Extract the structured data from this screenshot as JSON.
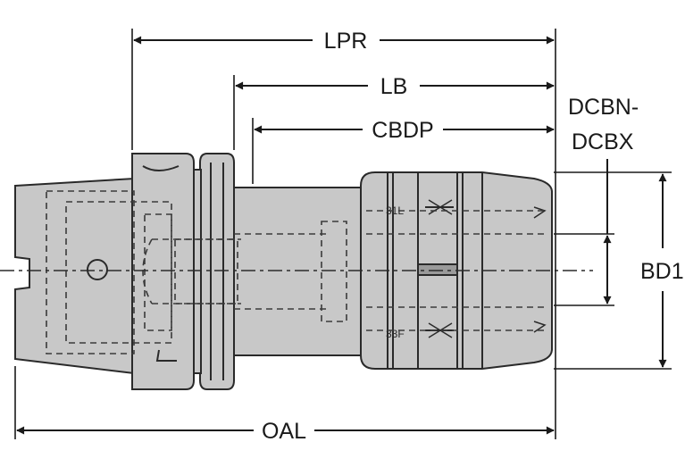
{
  "colors": {
    "body_fill": "#c8c8c8",
    "outline": "#2a2a2a",
    "hidden_line": "#3a3a3a",
    "dim_line": "#1a1a1a"
  },
  "dimensions": {
    "lpr": "LPR",
    "lb": "LB",
    "cbdp": "CBDP",
    "dcbn": "DCBN-",
    "dcbx": "DCBX",
    "bd1": "BD1",
    "oal": "OAL"
  }
}
